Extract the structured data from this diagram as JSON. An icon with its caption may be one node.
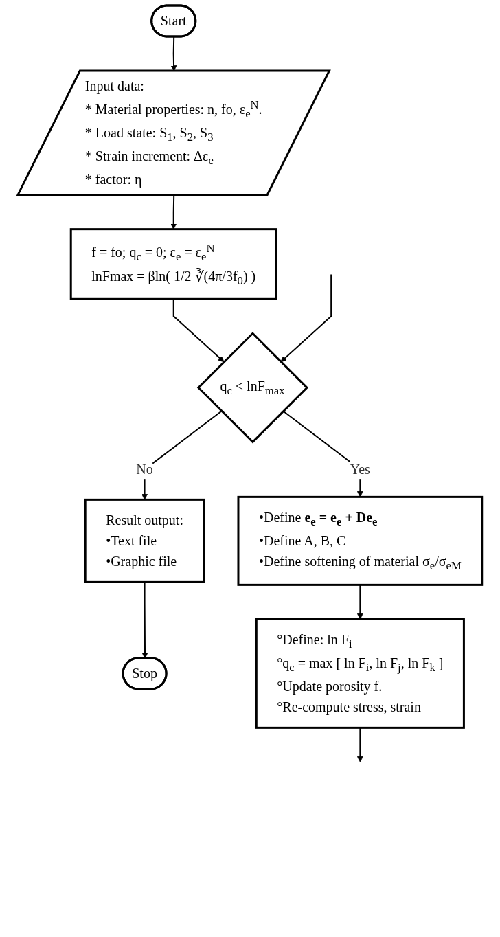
{
  "diagram": {
    "nodes": [
      {
        "text": [
          "Start"
        ]
      },
      {
        "text": [
          "Input data:",
          "* Material properties: n, fo, ε$_{e}$$^{N}$.",
          "* Load state: S$_{1}$, S$_{2}$, S$_{3}$",
          "* Strain increment: Δε$_{e}$",
          "* factor: η"
        ]
      },
      {
        "text": [
          "f = fo; q$_{c}$ = 0; ε$_{e}$ = ε$_{e}$$^{N}$",
          "lnFmax = βln( 1/2 ∛(4π/3f$_{0}$) )"
        ]
      },
      {
        "text": [
          "q$_{c}$ < lnF$_{max}$"
        ]
      },
      {
        "text": [
          "Result output:",
          "•Text file",
          "•Graphic file"
        ]
      },
      {
        "text": [
          "Stop"
        ]
      },
      {
        "text": [
          "•Define **e$_{e}$ = e$_{e}$ + De$_{e}$**",
          "•Define A, B, C",
          "•Define softening of material σ$_{e}$/σ$_{eM}$"
        ]
      },
      {
        "text": [
          "°Define: ln F$_{i}$",
          "°q$_{c}$ = max [ ln F$_{i}$, ln F$_{j}$, ln F$_{k}$ ]",
          "°Update porosity f.",
          "°Re-compute stress, strain"
        ]
      }
    ],
    "edges": [
      {
        "from": 0,
        "to": 1,
        "arrow": "to"
      },
      {
        "from": 1,
        "to": 2,
        "arrow": "to"
      },
      {
        "from": 2,
        "to": 3,
        "arrow": "to"
      },
      {
        "from": 3,
        "to": 4,
        "arrow": "to",
        "label": "No"
      },
      {
        "from": 4,
        "to": 5,
        "arrow": "to"
      },
      {
        "from": 3,
        "to": 6,
        "arrow": "to",
        "label": "Yes"
      },
      {
        "from": 6,
        "to": 7,
        "arrow": "to"
      },
      {
        "from": 7,
        "to": null,
        "arrow": "to"
      },
      {
        "from": null,
        "to": 3,
        "arrow": "to"
      }
    ]
  }
}
